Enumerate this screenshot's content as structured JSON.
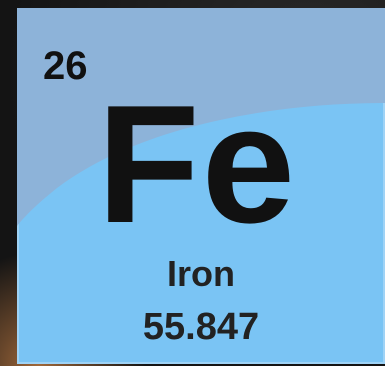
{
  "element": {
    "atomic_number": "26",
    "symbol": "Fe",
    "name": "Iron",
    "atomic_mass": "55.847"
  },
  "colors": {
    "tile_light": "#7ac4f4",
    "tile_dark": "#8db3d9",
    "text": "#111111"
  }
}
